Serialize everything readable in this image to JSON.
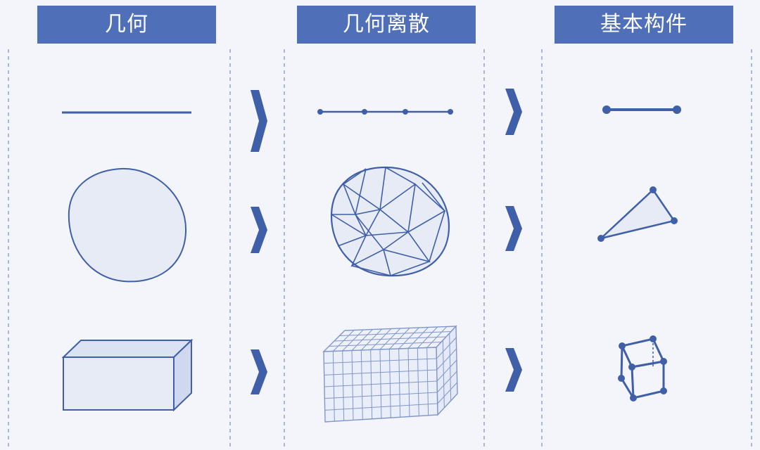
{
  "columns": [
    {
      "title": "几何"
    },
    {
      "title": "几何离散"
    },
    {
      "title": "基本构件"
    }
  ],
  "rows": [
    {
      "geometry": "line-segment",
      "discretized": "segmented-line",
      "element": "line-element"
    },
    {
      "geometry": "disk",
      "discretized": "triangulated-disk",
      "element": "triangle-element"
    },
    {
      "geometry": "box",
      "discretized": "gridded-box",
      "element": "hexahedron-element"
    }
  ],
  "arrow_glyph": "❯",
  "colors": {
    "header_bg": "#4f6fb8",
    "header_text": "#ffffff",
    "stroke": "#3f5fa8",
    "fill": "#e6ebf6",
    "divider": "#8fa3cf",
    "background": "#f3f5fa"
  }
}
